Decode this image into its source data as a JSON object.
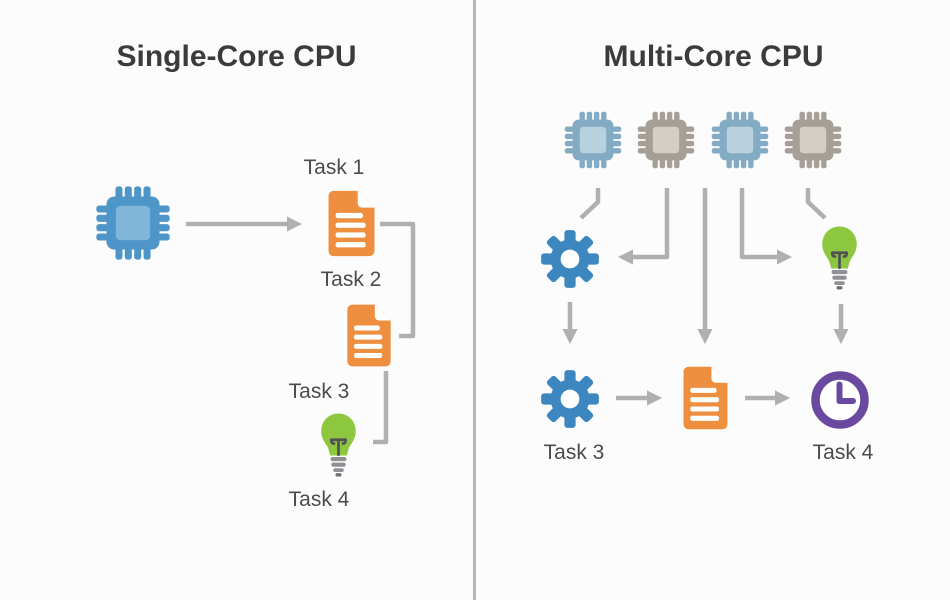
{
  "colors": {
    "background": "#fcfcfc",
    "divider": "#b4b7b9",
    "title_text": "#3b3b3b",
    "label_text": "#4b4b4b",
    "connector": "#b0b0b0",
    "cpu_blue": "#4e96c8",
    "cpu_blue_inner": "#7fb6d9",
    "chip_blue_muted": "#84abc4",
    "chip_blue_muted_inner": "#b7d1df",
    "chip_tan": "#a69f96",
    "chip_tan_inner": "#d5cec5",
    "document_orange": "#ee8f40",
    "gear_blue": "#3c87bf",
    "bulb_green": "#8dc63f",
    "bulb_base_gray": "#8f9093",
    "filament_gray": "#4f5254",
    "clock_purple": "#6a4aa0"
  },
  "left_panel": {
    "title": "Single-Core CPU",
    "task1_label": "Task 1",
    "task2_label": "Task 2",
    "task3_label": "Task 3",
    "task4_label": "Task 4",
    "icons": [
      "cpu-chip-icon",
      "document-icon",
      "document-icon",
      "lightbulb-icon"
    ],
    "connections": [
      "cpu -> task1-document",
      "task1-document -> task2-document",
      "task2-document -> task4-lightbulb"
    ]
  },
  "right_panel": {
    "title": "Multi-Core CPU",
    "task3_label": "Task 3",
    "task4_label": "Task 4",
    "icons": [
      "cpu-core-icon-blue",
      "cpu-core-icon-tan",
      "cpu-core-icon-blue",
      "cpu-core-icon-tan",
      "gear-icon",
      "lightbulb-icon",
      "gear-icon",
      "document-icon",
      "clock-icon"
    ],
    "connections": [
      "core1 -> gear-top",
      "core2 -> gear-top",
      "cores-middle -> document",
      "core3 -> lightbulb",
      "core4 -> lightbulb",
      "gear-top -> gear-task3",
      "lightbulb -> clock-task4",
      "gear-task3 -> document",
      "document -> clock-task4"
    ]
  }
}
